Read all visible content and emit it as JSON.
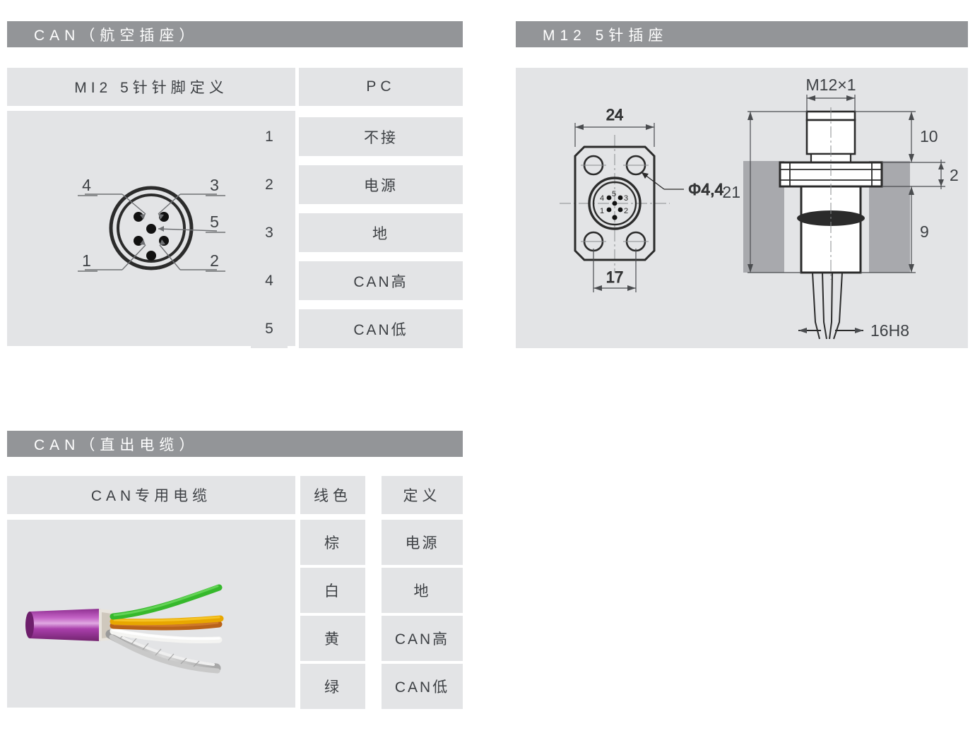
{
  "sections": {
    "can_aviation": {
      "title": "CAN（航空插座）",
      "table": {
        "col_diagram_header": "MI2 5针针脚定义",
        "col_pc_header": "PC",
        "rows": [
          {
            "pin": "1",
            "definition": "不接"
          },
          {
            "pin": "2",
            "definition": "电源"
          },
          {
            "pin": "3",
            "definition": "地"
          },
          {
            "pin": "4",
            "definition": "CAN高"
          },
          {
            "pin": "5",
            "definition": "CAN低"
          }
        ]
      },
      "diagram": {
        "name": "m12-5pin-connector-face",
        "pin_labels": [
          "1",
          "2",
          "3",
          "4",
          "5"
        ]
      }
    },
    "m12_socket": {
      "title": "M12 5针插座",
      "drawing": {
        "front_view": {
          "width_dim": "24",
          "hole_spacing_dim": "17",
          "hole_dia_dim": "Φ4,4",
          "pin_numbers": [
            "1",
            "2",
            "3",
            "4",
            "5"
          ]
        },
        "side_view": {
          "thread_dim": "M12×1",
          "total_height_dim": "21",
          "top_dim": "10",
          "flange_dim": "2",
          "bottom_dim": "9",
          "bore_dim": "16H8"
        }
      }
    },
    "can_cable": {
      "title": "CAN（直出电缆）",
      "table": {
        "col_image_header": "CAN专用电缆",
        "col_color_header": "线色",
        "col_def_header": "定义",
        "rows": [
          {
            "color": "棕",
            "definition": "电源"
          },
          {
            "color": "白",
            "definition": "地"
          },
          {
            "color": "黄",
            "definition": "CAN高"
          },
          {
            "color": "绿",
            "definition": "CAN低"
          }
        ]
      },
      "photo": {
        "name": "can-bus-cable-photo",
        "jacket_color": "#a33fa3",
        "conductors": [
          "#3fbf2f",
          "#f0b400",
          "#c86a14",
          "#f2f2f0"
        ],
        "shield_color": "#b8b8b8"
      }
    }
  },
  "palette": {
    "header_bar": "#939598",
    "cell_bg": "#e3e4e6",
    "text": "#3d4044",
    "line": "#2b2b2b",
    "panel_block": "#a8a9ad"
  }
}
